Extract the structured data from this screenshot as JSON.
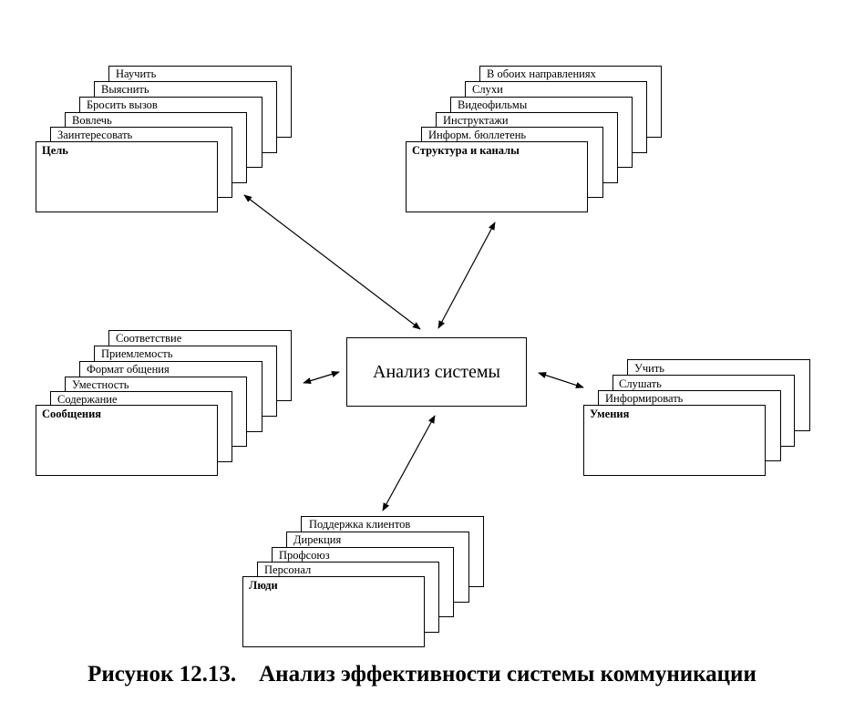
{
  "center": {
    "label": "Анализ системы"
  },
  "groups": [
    {
      "id": "goal",
      "title": "Цель",
      "items": [
        "Научить",
        "Выяснить",
        "Бросить вызов",
        "Вовлечь",
        "Заинтересовать"
      ]
    },
    {
      "id": "structure",
      "title": "Структура и каналы",
      "items": [
        "В обоих направлениях",
        "Слухи",
        "Видеофильмы",
        "Инструктажи",
        "Информ. бюллетень"
      ]
    },
    {
      "id": "messages",
      "title": "Сообщения",
      "items": [
        "Соответствие",
        "Приемлемость",
        "Формат общения",
        "Уместность",
        "Содержание"
      ]
    },
    {
      "id": "skills",
      "title": "Умения",
      "items": [
        "Учить",
        "Слушать",
        "Информировать"
      ]
    },
    {
      "id": "people",
      "title": "Люди",
      "items": [
        "Поддержка клиентов",
        "Дирекция",
        "Профсоюз",
        "Персонал"
      ]
    }
  ],
  "caption": "Рисунок 12.13.    Анализ эффективности системы коммуникации"
}
